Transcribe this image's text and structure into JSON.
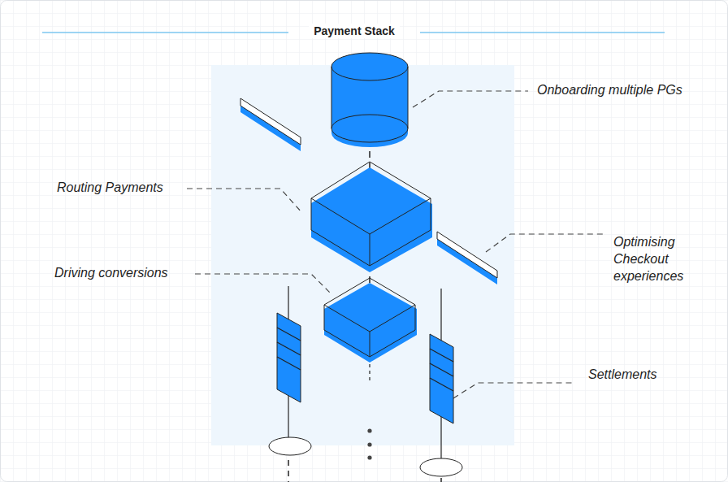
{
  "diagram": {
    "title": "Payment Stack",
    "labels": [
      "Onboarding multiple PGs",
      "Routing Payments",
      "Optimising Checkout experiences",
      "Driving conversions",
      "Settlements"
    ]
  }
}
